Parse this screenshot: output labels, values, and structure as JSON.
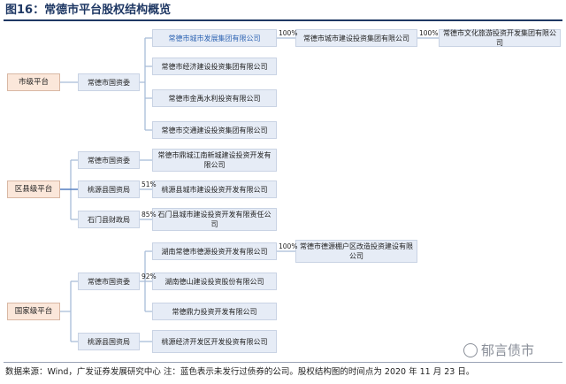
{
  "header": {
    "title": "图16：常德市平台股权结构概览"
  },
  "levels": {
    "city": "市级平台",
    "district": "区县级平台",
    "national_zone": "国家级平台"
  },
  "owners": {
    "city_sasac": "常德市国资委",
    "district_sasac": "常德市国资委",
    "taoyuan_bureau": "桃源县国资局",
    "shimen_finance": "石门县财政局",
    "zone_sasac": "常德市国资委",
    "zone_taoyuan_bureau": "桃源县国资局"
  },
  "companies": {
    "city_dev": "常德市城市发展集团有限公司",
    "city_construction": "常德市城市建设投资集团有限公司",
    "culture_tourism": "常德市文化旅游投资开发集团有限公司",
    "economic_construction": "常德市经济建设投资集团有限公司",
    "jinyu_water": "常德市金禹水利投资有限公司",
    "transport_construction": "常德市交通建设投资集团有限公司",
    "jiangnan": "常德市鼎城江南新城建设投资开发有限公司",
    "taoyuan_city": "桃源县城市建设投资开发有限公司",
    "shimen_city": "石门县城市建设投资开发有限责任公司",
    "hunan_deyuan": "湖南常德市德源投资开发有限公司",
    "deyuan_shed": "常德市德源棚户区改造投资建设有限公司",
    "deshan": "湖南德山建设投资股份有限公司",
    "dingli": "常德鼎力投资开发有限公司",
    "taoyuan_econ": "桃源经济开发区开发投资有限公司"
  },
  "percentages": {
    "p1": "100%",
    "p2": "100%",
    "p3": "51%",
    "p4": "85%",
    "p5": "100%",
    "p6": "92%"
  },
  "footer": {
    "note": "数据来源：Wind，广发证券发展研究中心  注：蓝色表示未发行过债券的公司。股权结构图的时间点为 2020 年 11 月 23 日。"
  },
  "watermark": {
    "text": "郁言债市"
  },
  "colors": {
    "title": "#1f3864",
    "level_fill": "#fbe7da",
    "box_fill": "#e6ecf6",
    "no_bond_text": "#2e64b3",
    "connector": "#a8bcd8"
  }
}
